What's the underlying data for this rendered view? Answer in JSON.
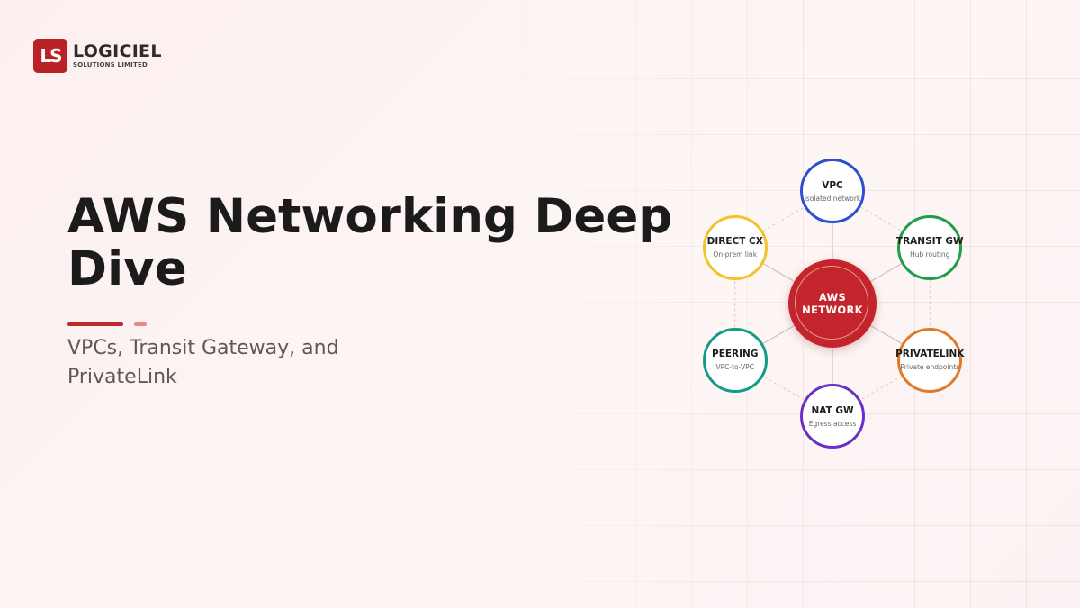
{
  "brand": {
    "mark": "LS",
    "name": "LOGICIEL",
    "tagline": "SOLUTIONS LIMITED",
    "color": "#b92327"
  },
  "slide": {
    "title": "AWS Networking Deep Dive",
    "subtitle": "VPCs, Transit Gateway, and PrivateLink"
  },
  "diagram": {
    "hub": {
      "label": "AWS\nNETWORK",
      "color": "#c4242b"
    },
    "nodes": [
      {
        "label": "VPC",
        "description": "Isolated network",
        "color": "#2a4fd0"
      },
      {
        "label": "TRANSIT GW",
        "description": "Hub routing",
        "color": "#1f9d4a"
      },
      {
        "label": "PRIVATELINK",
        "description": "Private endpoints",
        "color": "#e07a2b"
      },
      {
        "label": "NAT GW",
        "description": "Egress access",
        "color": "#6a2fc4"
      },
      {
        "label": "PEERING",
        "description": "VPC-to-VPC",
        "color": "#149a88"
      },
      {
        "label": "DIRECT CX",
        "description": "On-prem link",
        "color": "#f0c42b"
      }
    ]
  }
}
